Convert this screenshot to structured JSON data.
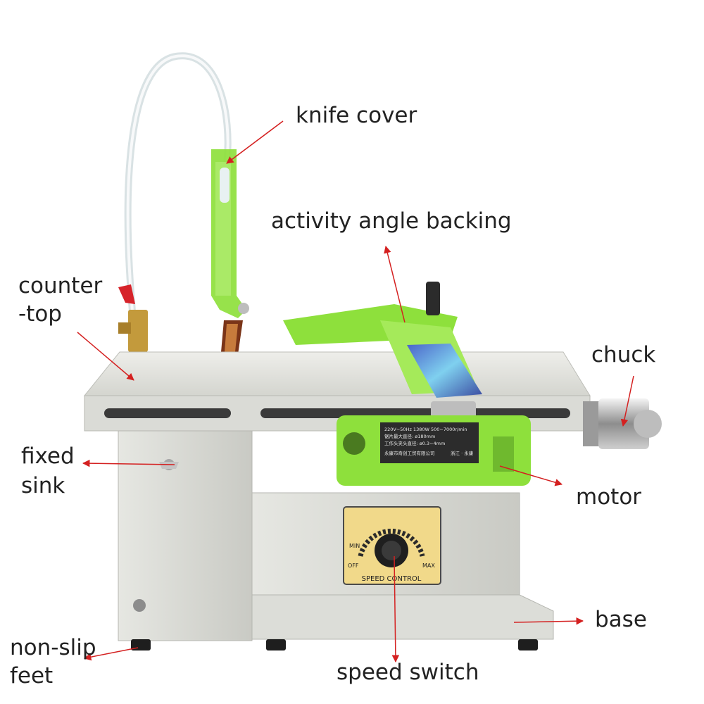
{
  "labels": {
    "knife_cover": "knife cover",
    "activity_angle_backing": "activity angle backing",
    "countertop_line1": "counter",
    "countertop_line2": "-top",
    "chuck": "chuck",
    "fixed_sink_line1": "fixed",
    "fixed_sink_line2": "sink",
    "motor": "motor",
    "base": "base",
    "nonslip_line1": "non-slip",
    "nonslip_line2": "feet",
    "speed_switch": "speed switch"
  },
  "panel": {
    "title": "SPEED CONTROL",
    "min": "MIN",
    "max": "MAX",
    "off": "OFF"
  },
  "motor_plate": {
    "line1": "220V~50Hz   1380W   500~7000r/min",
    "line2": "锯片最大直径: ø180mm",
    "line3": "工作头夹头直径: ø0.3~4mm",
    "line4": "永康市奇创工贸有限公司",
    "line5": "浙江 · 永康"
  },
  "colors": {
    "arrow": "#d42020",
    "machine_body": "#d9dad5",
    "green": "#8ee03c",
    "label_text": "#222222"
  }
}
